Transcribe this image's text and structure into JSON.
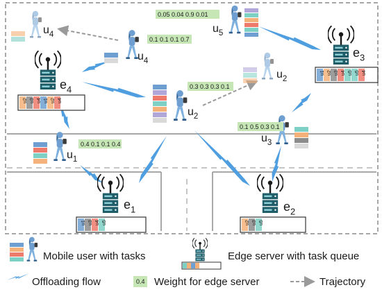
{
  "diagram": {
    "users": [
      {
        "id": "u1",
        "label": "u",
        "sub": "1",
        "weights": "0.4 0.1 0.1 0.4"
      },
      {
        "id": "u2",
        "label": "u",
        "sub": "2",
        "weights": "0.3 0.3 0.3 0.1"
      },
      {
        "id": "u3",
        "label": "u",
        "sub": "3",
        "weights": "0.1 0.5 0.3 0.1"
      },
      {
        "id": "u4",
        "label": "u",
        "sub": "4",
        "weights": "0.1 0.1 0.1 0.7"
      },
      {
        "id": "u5",
        "label": "u",
        "sub": "5",
        "weights": "0.05 0.04 0.9 0.01"
      }
    ],
    "ghost_users": [
      {
        "id": "u4-prev",
        "label": "u",
        "sub": "4"
      },
      {
        "id": "u2-prev",
        "label": "u",
        "sub": "2"
      }
    ],
    "servers": [
      {
        "id": "e1",
        "label": "e",
        "sub": "1",
        "queue": [
          "u1",
          "u3",
          "u4",
          "u5"
        ]
      },
      {
        "id": "e2",
        "label": "e",
        "sub": "2",
        "queue": [
          "u2",
          "u3",
          "u5"
        ]
      },
      {
        "id": "e3",
        "label": "e",
        "sub": "3",
        "queue": [
          "u1",
          "u2",
          "u3",
          "u4",
          "u5",
          "u5",
          "u4"
        ]
      },
      {
        "id": "e4",
        "label": "e",
        "sub": "4",
        "queue": [
          "u2",
          "u3",
          "u4",
          "u1",
          "u2",
          "u4"
        ]
      }
    ],
    "legend": {
      "mobile_user": "Mobile user with tasks",
      "edge_server": "Edge server with task queue",
      "offloading": "Offloading flow",
      "weight_example": "0.4",
      "weight": "Weight for edge server",
      "trajectory": "Trajectory"
    },
    "colors": {
      "blue": "#6e9fd0",
      "orange": "#f4b27a",
      "gray": "#8c8c8c",
      "red": "#ee7a6c",
      "teal": "#7fd0c4",
      "purple": "#b1a6d8",
      "weight_bg": "#c6e6b6",
      "flow": "#4f9ee0"
    }
  }
}
